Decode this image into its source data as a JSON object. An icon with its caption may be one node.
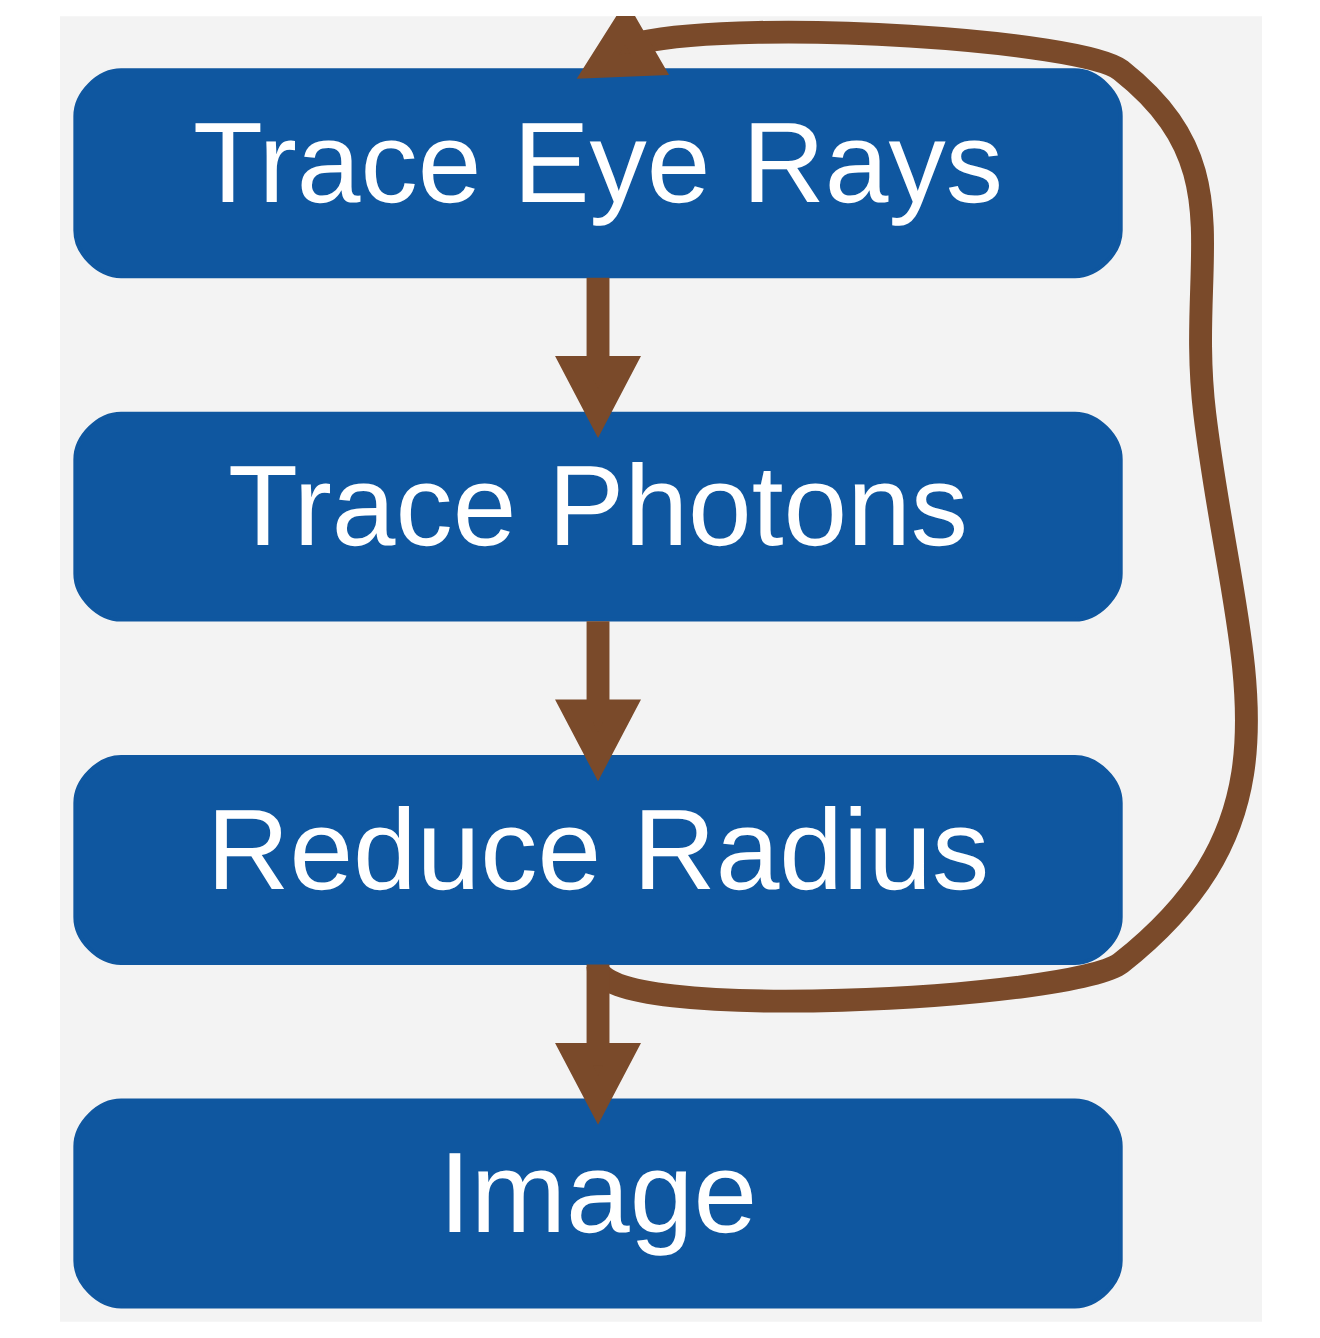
{
  "diagram": {
    "nodes": [
      {
        "text": [
          "Trace Eye Rays"
        ]
      },
      {
        "text": [
          "Trace Photons"
        ]
      },
      {
        "text": [
          "Reduce Radius"
        ]
      },
      {
        "text": [
          "Image"
        ]
      }
    ],
    "edges": [
      {
        "from": 0,
        "to": 1,
        "arrow": "to"
      },
      {
        "from": 1,
        "to": 2,
        "arrow": "to"
      },
      {
        "from": 2,
        "to": 3,
        "arrow": "to"
      },
      {
        "from": 2,
        "to": 0,
        "arrow": "to"
      }
    ]
  }
}
